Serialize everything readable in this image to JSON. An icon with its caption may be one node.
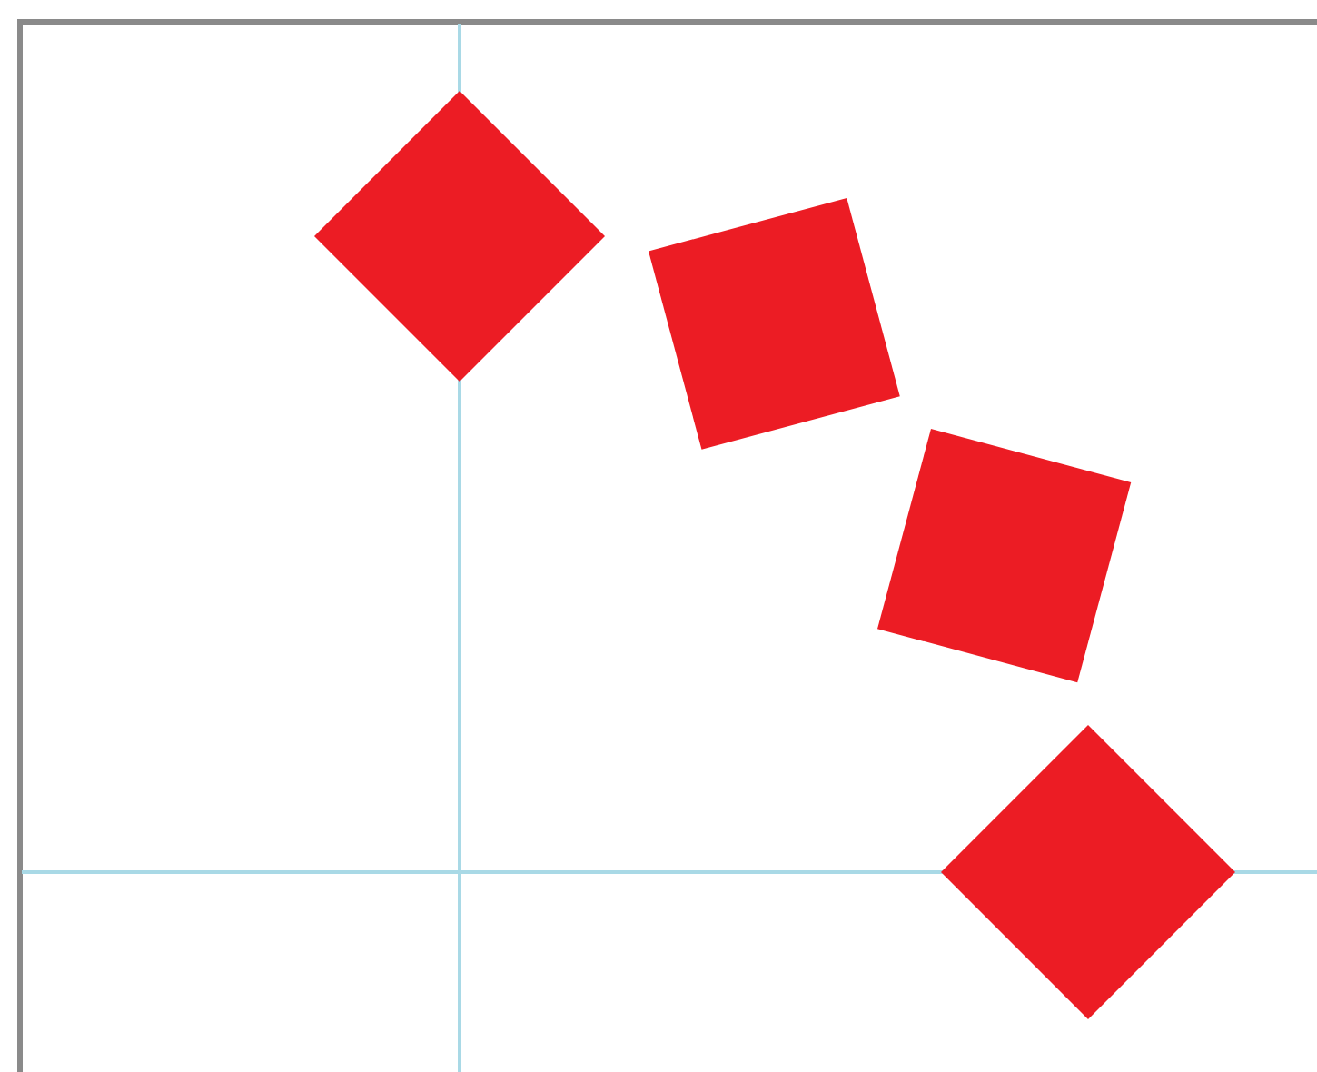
{
  "diagram": {
    "nodes": [
      {
        "text": [],
        "shape": "diamond"
      },
      {
        "text": [],
        "shape": "box"
      },
      {
        "text": [],
        "shape": "box"
      },
      {
        "text": [],
        "shape": "diamond"
      }
    ]
  }
}
